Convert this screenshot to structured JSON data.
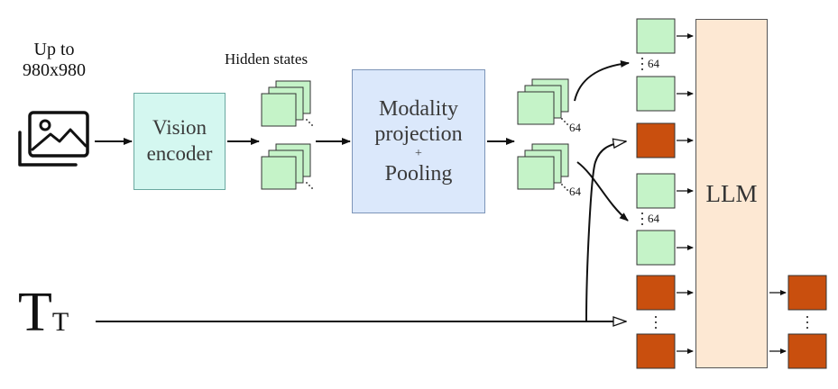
{
  "input_image": {
    "caption_line1": "Up to",
    "caption_line2": "980x980",
    "icon": "image-stack-icon"
  },
  "vision_encoder": {
    "line1": "Vision",
    "line2": "encoder"
  },
  "hidden_states": {
    "label": "Hidden states"
  },
  "modality_projection": {
    "line1": "Modality",
    "line2": "projection",
    "plus": "+",
    "line3": "Pooling"
  },
  "pooled_tokens": {
    "count_label_1": "64",
    "count_label_2": "64"
  },
  "llm_inputs": {
    "image_token_count_1": "64",
    "image_token_count_2": "64",
    "text_ellipsis": "⋮"
  },
  "llm": {
    "label": "LLM"
  },
  "text_input": {
    "big": "T",
    "small": "T"
  },
  "outputs": {
    "ellipsis": "⋮"
  },
  "colors": {
    "image_token": "#c5f3c8",
    "text_token": "#c94f0e",
    "vision_encoder": "#d4f7f0",
    "modality_projection": "#dbe8fb",
    "llm": "#fde8d3"
  }
}
